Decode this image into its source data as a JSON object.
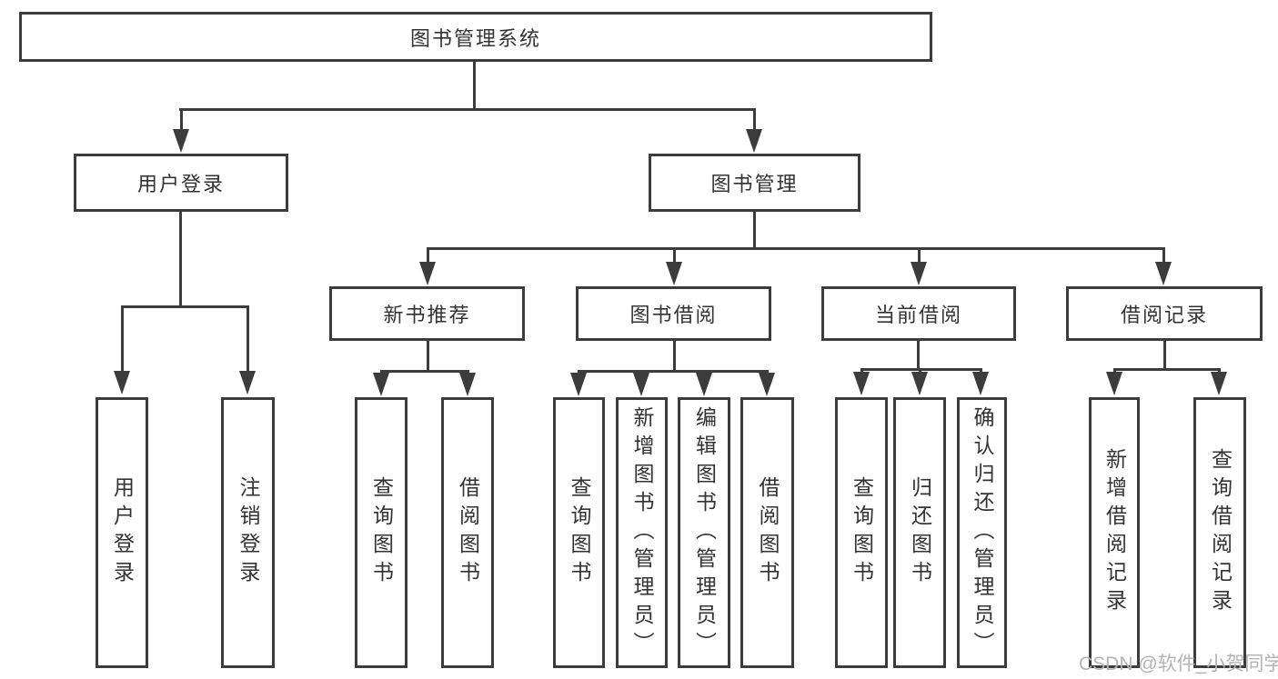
{
  "diagram": {
    "root": {
      "label": "图书管理系统"
    },
    "branches": {
      "user_login": {
        "label": "用户登录"
      },
      "book_management": {
        "label": "图书管理"
      }
    },
    "modules": {
      "new_book_recommend": {
        "label": "新书推荐"
      },
      "book_borrow": {
        "label": "图书借阅"
      },
      "current_borrow": {
        "label": "当前借阅"
      },
      "borrow_record": {
        "label": "借阅记录"
      }
    },
    "leaves": {
      "user_login": {
        "label": "用户登录"
      },
      "logout": {
        "label": "注销登录"
      },
      "nb_query_book": {
        "label": "查询图书"
      },
      "nb_borrow_book": {
        "label": "借阅图书"
      },
      "bb_query_book": {
        "label": "查询图书"
      },
      "bb_add_book": {
        "label": "新增图书（管理员）"
      },
      "bb_edit_book": {
        "label": "编辑图书（管理员）"
      },
      "bb_borrow_book": {
        "label": "借阅图书"
      },
      "cb_query_book": {
        "label": "查询图书"
      },
      "cb_return_book": {
        "label": "归还图书"
      },
      "cb_confirm_return": {
        "label": "确认归还（管理员）"
      },
      "br_add_record": {
        "label": "新增借阅记录"
      },
      "br_query_record": {
        "label": "查询借阅记录"
      }
    }
  },
  "watermark": {
    "text": "CSDN @软件_小贺同学"
  },
  "colors": {
    "line": "#3c3c3c",
    "text": "#333333",
    "watermark": "#b3b3b3",
    "background": "#ffffff"
  }
}
